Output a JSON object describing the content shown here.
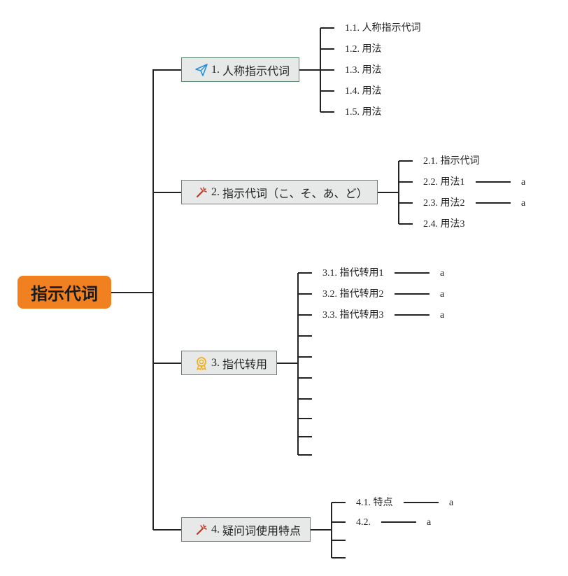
{
  "root": {
    "label": "指示代词"
  },
  "branches": [
    {
      "number": "1.",
      "label": "人称指示代词",
      "icon": "paper-plane-icon",
      "children": [
        {
          "label": "1.1. 人称指示代词"
        },
        {
          "label": "1.2. 用法"
        },
        {
          "label": "1.3. 用法"
        },
        {
          "label": "1.4. 用法"
        },
        {
          "label": "1.5. 用法"
        }
      ]
    },
    {
      "number": "2.",
      "label": "指示代词（こ、そ、あ、ど）",
      "icon": "magic-wand-icon",
      "children": [
        {
          "label": "2.1. 指示代词"
        },
        {
          "label": "2.2. 用法1",
          "sub": "a"
        },
        {
          "label": "2.3. 用法2",
          "sub": "a"
        },
        {
          "label": "2.4. 用法3"
        }
      ]
    },
    {
      "number": "3.",
      "label": "指代转用",
      "icon": "award-ribbon-icon",
      "children": [
        {
          "label": "3.1. 指代转用1",
          "sub": "a"
        },
        {
          "label": "3.2. 指代转用2",
          "sub": "a"
        },
        {
          "label": "3.3. 指代转用3",
          "sub": "a"
        }
      ]
    },
    {
      "number": "4.",
      "label": "疑问词使用特点",
      "icon": "magic-wand-icon",
      "children": [
        {
          "label": "4.1. 特点",
          "sub": "a"
        },
        {
          "label": "4.2.",
          "sub": "a"
        }
      ]
    }
  ]
}
